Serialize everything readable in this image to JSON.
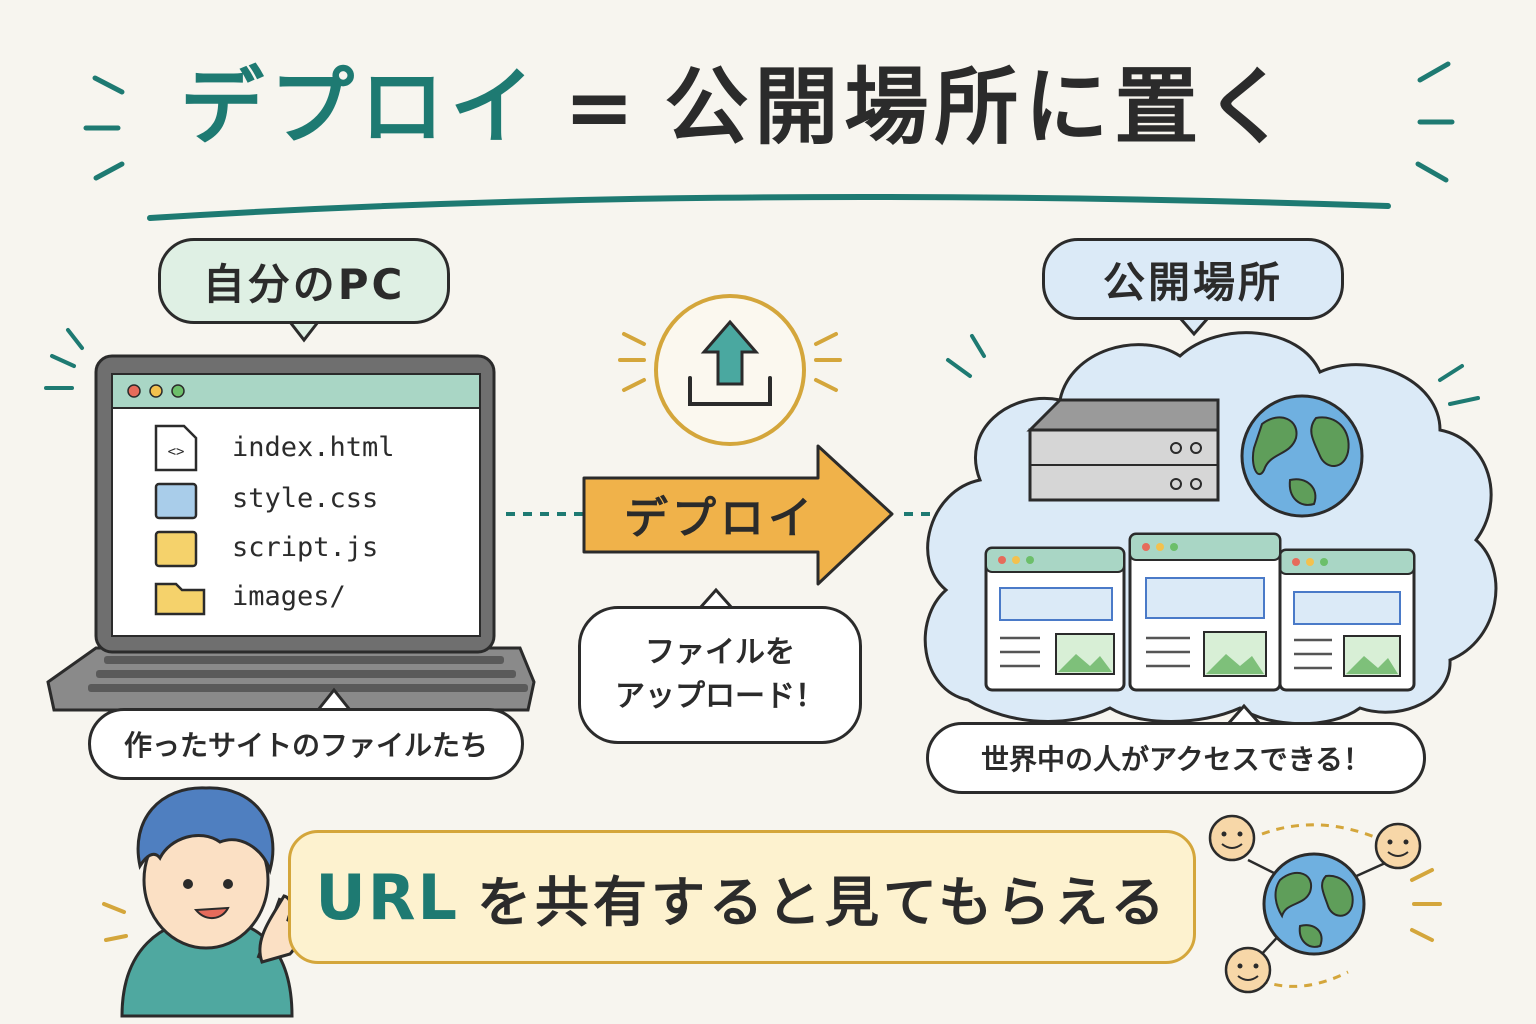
{
  "title": {
    "accent": "デプロイ",
    "equals": "=",
    "main": "公開場所に置く"
  },
  "local": {
    "label": "自分のPC",
    "files": [
      {
        "name": "index.html",
        "icon": "html-file-icon"
      },
      {
        "name": "style.css",
        "icon": "css-file-icon"
      },
      {
        "name": "script.js",
        "icon": "js-file-icon"
      },
      {
        "name": "images/",
        "icon": "folder-icon"
      }
    ],
    "caption": "作ったサイトのファイルたち"
  },
  "deploy": {
    "arrow_label": "デプロイ",
    "caption_line1": "ファイルを",
    "caption_line2": "アップロード！",
    "icon": "upload-icon"
  },
  "public": {
    "label": "公開場所",
    "caption": "世界中の人がアクセスできる！",
    "icons": [
      "server-icon",
      "globe-icon",
      "browser-window-icon"
    ]
  },
  "share": {
    "url": "URL",
    "text": "を共有すると見てもらえる"
  },
  "colors": {
    "teal": "#1e7a72",
    "orange": "#f0b24a",
    "yellow": "#f5d26b",
    "blue": "#a9cdea",
    "green": "#dff0e4",
    "cloud": "#dbeaf7"
  }
}
